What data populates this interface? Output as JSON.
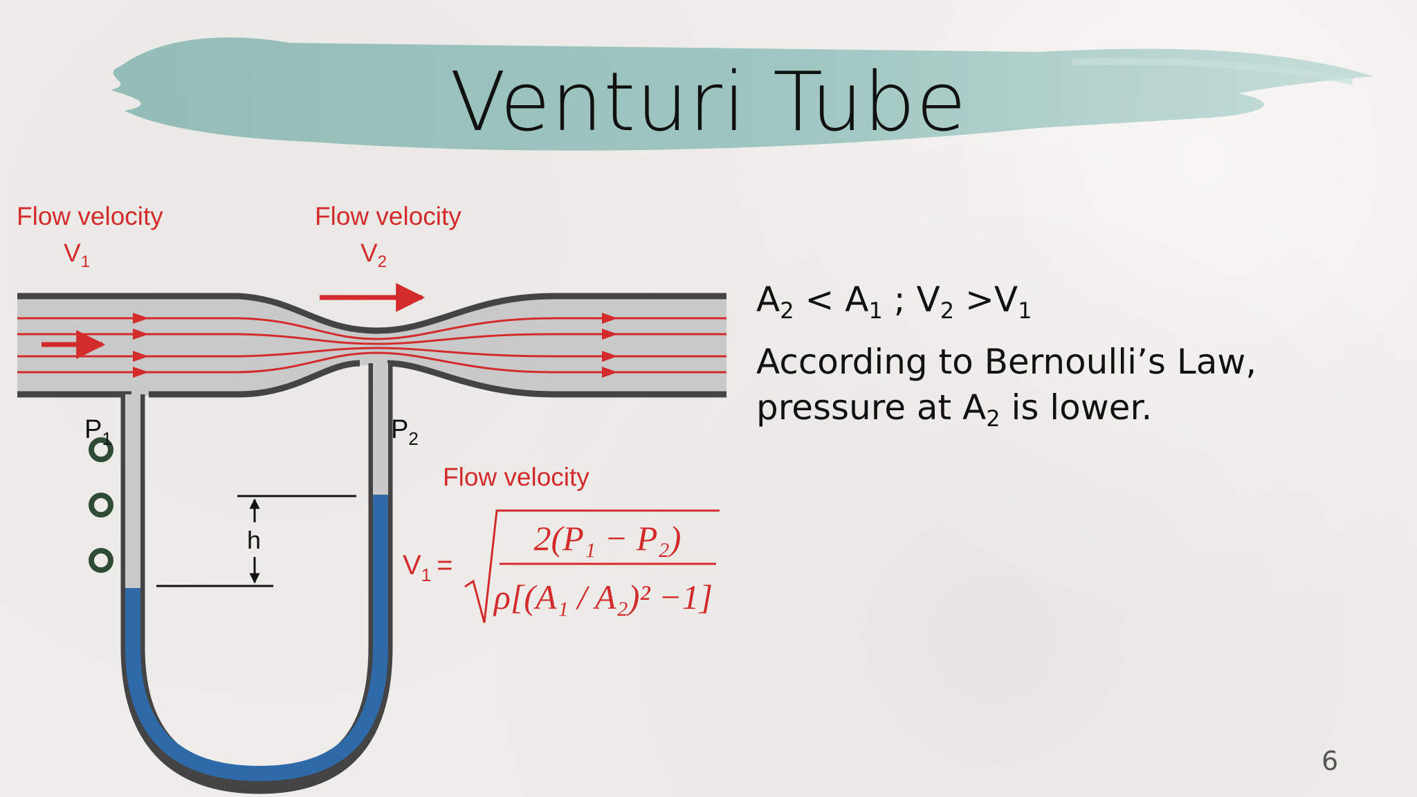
{
  "slide": {
    "title": "Venturi Tube",
    "page_number": "6"
  },
  "diagram": {
    "label_v1_title": "Flow velocity",
    "label_v1_symbol": "V",
    "label_v1_sub": "1",
    "label_v2_title": "Flow velocity",
    "label_v2_symbol": "V",
    "label_v2_sub": "2",
    "label_p1_symbol": "P",
    "label_p1_sub": "1",
    "label_p2_symbol": "P",
    "label_p2_sub": "2",
    "label_h": "h",
    "formula_title": "Flow velocity",
    "formula_lhs": "V",
    "formula_lhs_sub": "1",
    "formula_eq": "=",
    "formula_numerator": "2(P₁ − P₂)",
    "formula_denominator": "ρ[(A₁ / A₂)² −1]",
    "colors": {
      "pipe_fill": "#c9c9c9",
      "pipe_wall": "#444444",
      "flow_lines": "#d32b2b",
      "fluid": "#2f6aa8",
      "title_brush": "#8fbab5"
    }
  },
  "text": {
    "line1": {
      "a2": "A",
      "a2_sub": "2",
      "lt": " < ",
      "a1": "A",
      "a1_sub": "1",
      "sep": " ; ",
      "v2": "V",
      "v2_sub": "2",
      "gt": " >",
      "v1": "V",
      "v1_sub": "1"
    },
    "line2": "According to Bernoulli’s Law,",
    "line3_pre": "pressure at A",
    "line3_sub": "2",
    "line3_post": " is lower."
  }
}
